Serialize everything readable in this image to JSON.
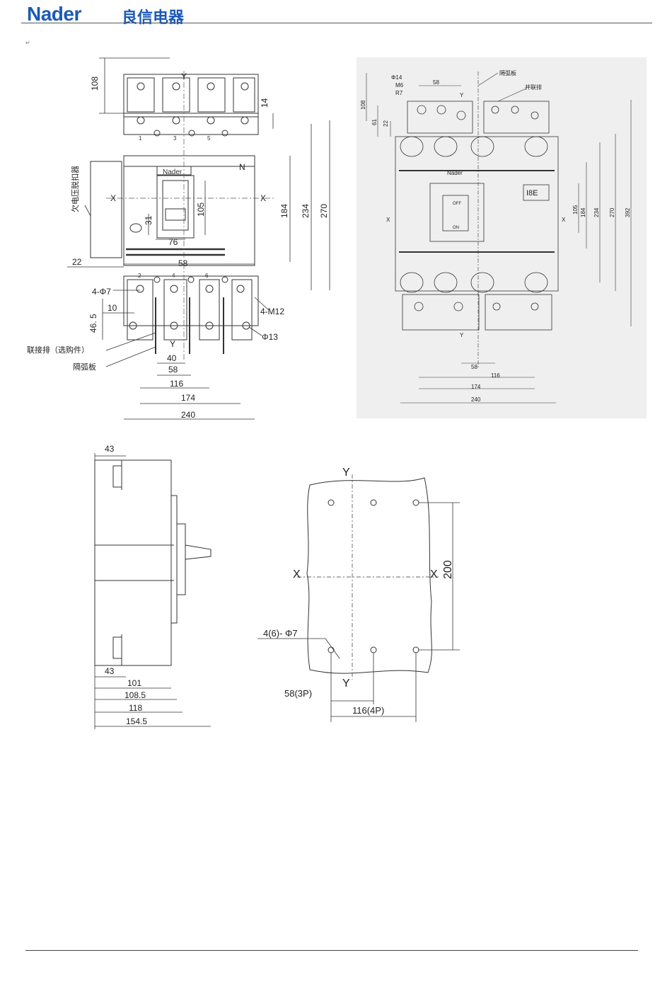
{
  "header": {
    "logo_text": "Nader",
    "logo_cn": "良信电器",
    "brand_color": "#1b59b8"
  },
  "page_mark": "↵",
  "front_view": {
    "dim_108": "108",
    "dim_14": "14",
    "dim_184": "184",
    "dim_234": "234",
    "dim_270": "270",
    "dim_105": "105",
    "dim_31": "31",
    "dim_76": "76",
    "dim_22": "22",
    "dim_58": "58",
    "dim_10": "10",
    "dim_46_5": "46. 5",
    "dim_40": "40",
    "dim_58b": "58",
    "dim_116": "116",
    "dim_174": "174",
    "dim_240": "240",
    "label_4phi7": "4-Φ7",
    "label_4m12": "4-M12",
    "label_phi13": "Φ13",
    "label_busbar": "联接排（选购件）",
    "label_arc": "隔弧板",
    "label_undervoltage": "欠电压脱扣器",
    "label_n": "N",
    "label_x": "X",
    "label_y": "Y",
    "brand": "Nader",
    "terminal_nums_top": [
      "1",
      "3",
      "5"
    ],
    "terminal_nums_bottom": [
      "2",
      "4",
      "6"
    ]
  },
  "photo_view": {
    "label_phi14": "Φ14",
    "label_m6": "M6",
    "label_r7": "R7",
    "label_arc": "隔弧板",
    "label_busbar": "并联排",
    "dim_58": "58",
    "dim_108": "108",
    "dim_61": "61",
    "dim_22": "22",
    "dim_105": "105",
    "dim_184": "184",
    "dim_234": "234",
    "dim_270": "270",
    "dim_392": "392",
    "dim_58b": "58",
    "dim_116": "116",
    "dim_174": "174",
    "dim_240": "240",
    "label_x": "X",
    "label_y": "Y",
    "brand": "Nader",
    "display": "I8E",
    "off": "OFF",
    "on": "ON",
    "bg_color": "#efefef"
  },
  "side_view": {
    "dim_43_top": "43",
    "dim_43_bottom": "43",
    "dim_101": "101",
    "dim_108_5": "108.5",
    "dim_118": "118",
    "dim_154_5": "154.5"
  },
  "mounting_view": {
    "label_y_top": "Y",
    "label_y_bottom": "Y",
    "label_x_left": "X",
    "label_x_right": "X",
    "dim_200": "200",
    "label_holes": "4(6)- Φ7",
    "dim_58_3p": "58(3P)",
    "dim_116_4p": "116(4P)"
  }
}
